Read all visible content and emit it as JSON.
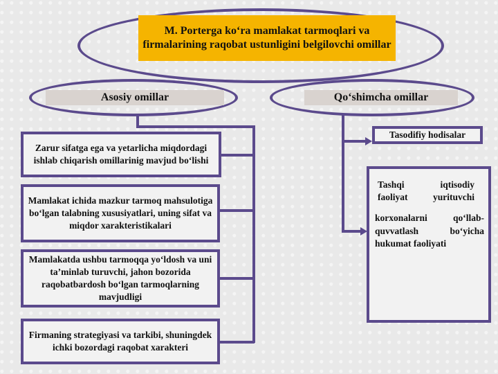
{
  "title": "M. Porterga ko‘ra mamlakat tarmoqlari va firmalarining  raqobat ustunligini belgilovchi omillar",
  "left_header": "Asosiy omillar",
  "right_header": "Qo‘shimcha omillar",
  "left_items": [
    "Zarur sifatga ega va yetarlicha miqdordagi  ishlab chiqarish omillarinig mavjud bo‘lishi",
    "Mamlakat ichida mazkur tarmoq mahsulotiga  bo‘lgan talabning xususiyatlari, uning sifat va  miqdor xarakteristikalari",
    "Mamlakatda ushbu tarmoqqa yo‘ldosh va uni  ta’minlab turuvchi, jahon bozorida  raqobatbardosh bo‘lgan tarmoqlarning  mavjudligi",
    "Firmaning strategiyasi va tarkibi, shuningdek  ichki bozordagi raqobat xarakteri"
  ],
  "right_items": {
    "random": "Tasodifiy hodisalar",
    "gov_line1": "Tashqi iqtisodiy",
    "gov_line2": "faoliyat yurituvchi",
    "gov_line3": "korxonalarni qo‘llab-",
    "gov_line4": "quvvatlash bo‘yicha",
    "gov_line5": "hukumat faoliyati"
  },
  "colors": {
    "border": "#5b4a8c",
    "title_bg": "#f5b400",
    "header_bg": "#d9d3cf"
  }
}
